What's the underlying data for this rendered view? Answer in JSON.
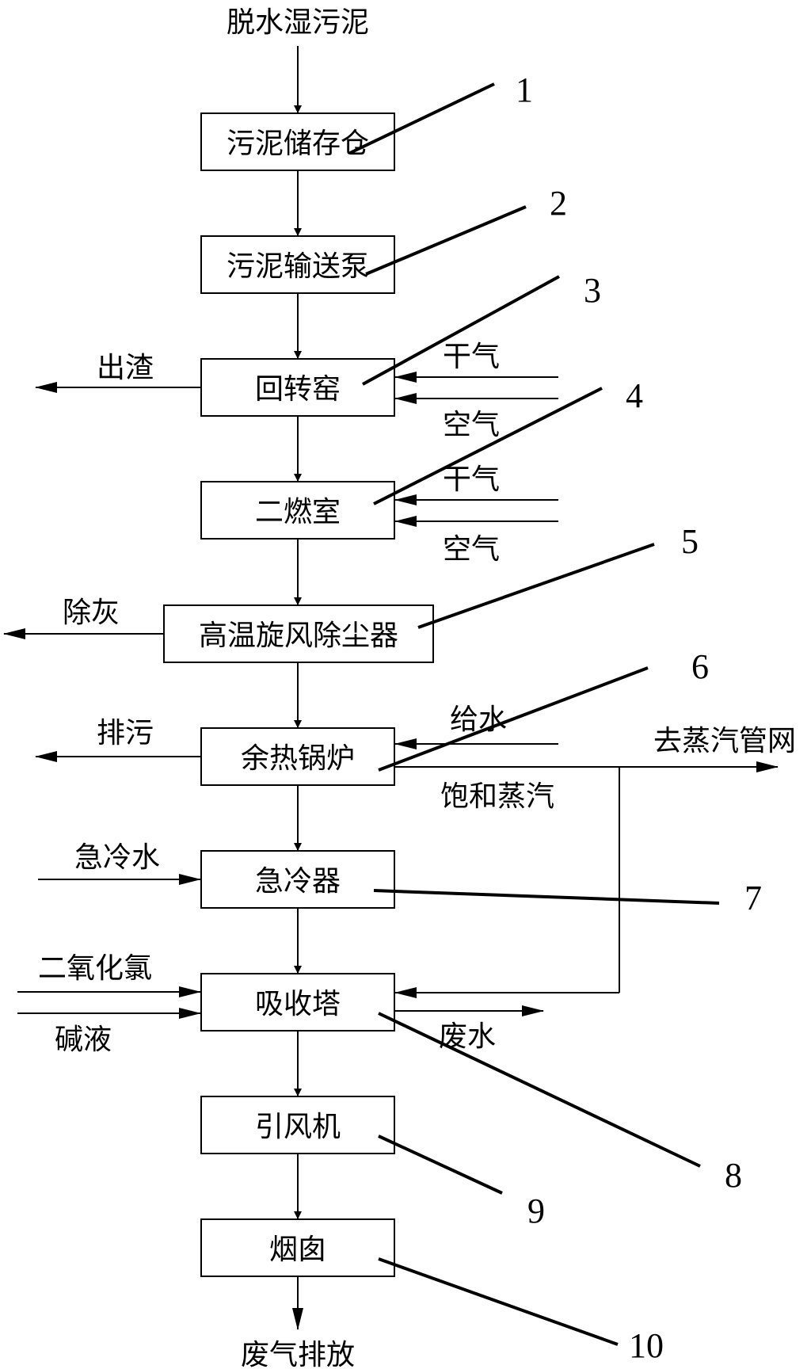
{
  "input": "脱水湿污泥",
  "output": "废气排放",
  "units": [
    {
      "num": "1",
      "label": "污泥储存仓"
    },
    {
      "num": "2",
      "label": "污泥输送泵"
    },
    {
      "num": "3",
      "label": "回转窑"
    },
    {
      "num": "4",
      "label": "二燃室"
    },
    {
      "num": "5",
      "label": "高温旋风除尘器"
    },
    {
      "num": "6",
      "label": "余热锅炉"
    },
    {
      "num": "7",
      "label": "急冷器"
    },
    {
      "num": "8",
      "label": "吸收塔"
    },
    {
      "num": "9",
      "label": "引风机"
    },
    {
      "num": "10",
      "label": "烟囱"
    }
  ],
  "streams": {
    "slag_out": "出渣",
    "kiln_gas": "干气",
    "kiln_air": "空气",
    "sec_gas": "干气",
    "sec_air": "空气",
    "ash_out": "除灰",
    "blowdown": "排污",
    "feed_water": "给水",
    "steam_network": "去蒸汽管网",
    "saturated_steam": "饱和蒸汽",
    "quench_water": "急冷水",
    "chlorine_dioxide": "二氧化氯",
    "alkali": "碱液",
    "wastewater": "废水"
  }
}
